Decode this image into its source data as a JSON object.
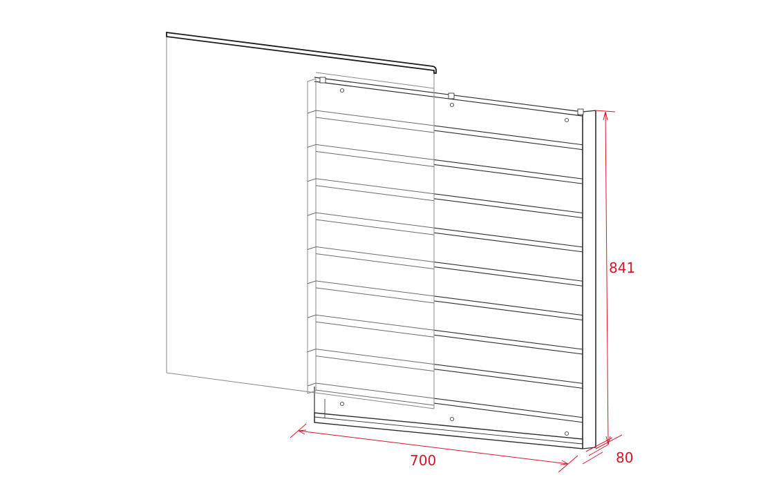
{
  "dimensions": {
    "height_label": "841",
    "width_label": "700",
    "depth_label": "80"
  },
  "colors": {
    "dimension": "#d9142b",
    "line": "#2b2b2b",
    "shelf": "#6a6a6a",
    "glass": "#888888"
  },
  "shelf_count": 9
}
